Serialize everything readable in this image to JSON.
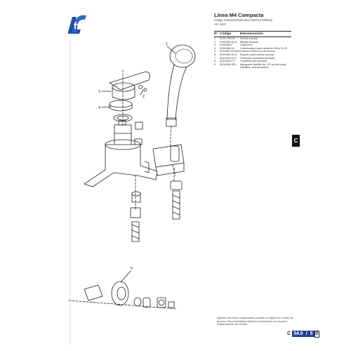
{
  "brand": {
    "logo_text": "fv"
  },
  "header": {
    "title": "Línea M4 Compacta",
    "subtitle": "(Juego monocomando para ducha y bañera)",
    "article": "Art. 0110"
  },
  "parts_table": {
    "columns": [
      "N°",
      "Código",
      "Denominación"
    ],
    "rows": [
      {
        "n": "1",
        "code": "0131.FR2.M",
        "name": "Ducha manual"
      },
      {
        "n": "2",
        "code": "0181/M4.14.IL",
        "name": "Manija armada"
      },
      {
        "n": "3",
        "code": "0181/M4.F",
        "name": "Capuchón"
      },
      {
        "n": "4",
        "code": "0181/M4.10",
        "name": "Combinación para cartucho M4 a ½.25"
      },
      {
        "n": "5",
        "code": "0411/B1.25.SDH",
        "name": "Cartucho Ø40 mm de bronce"
      },
      {
        "n": "6",
        "code": "0310/M4.16.S",
        "name": "Soporte para ducha manual"
      },
      {
        "n": "7",
        "code": "0310/M4.19.3",
        "name": "Conexión excéntrica armada"
      },
      {
        "n": "8",
        "code": "0310/M4.F.0",
        "name": "Transferencia armada"
      },
      {
        "n": "9",
        "code": "M110/M4.2EL",
        "name": "Manguera flexible de 175 cm de largo, metálica, anti-torsadura."
      }
    ]
  },
  "callouts": [
    "1",
    "2",
    "3",
    "4",
    "5"
  ],
  "section_tab": "C",
  "footer": {
    "note": "Algunos de estos componentes pueden no figurar en la lista de precios. Para solicitarlos deberá comunicarse con nuestro Departamento de Ventas.",
    "page_section": "C",
    "page_number": "34.0",
    "page_sub": "5",
    "page_total": "0"
  },
  "colors": {
    "logo_blue": "#1f4fa0",
    "page_badge": "#1f3f8f",
    "line": "#222222"
  }
}
